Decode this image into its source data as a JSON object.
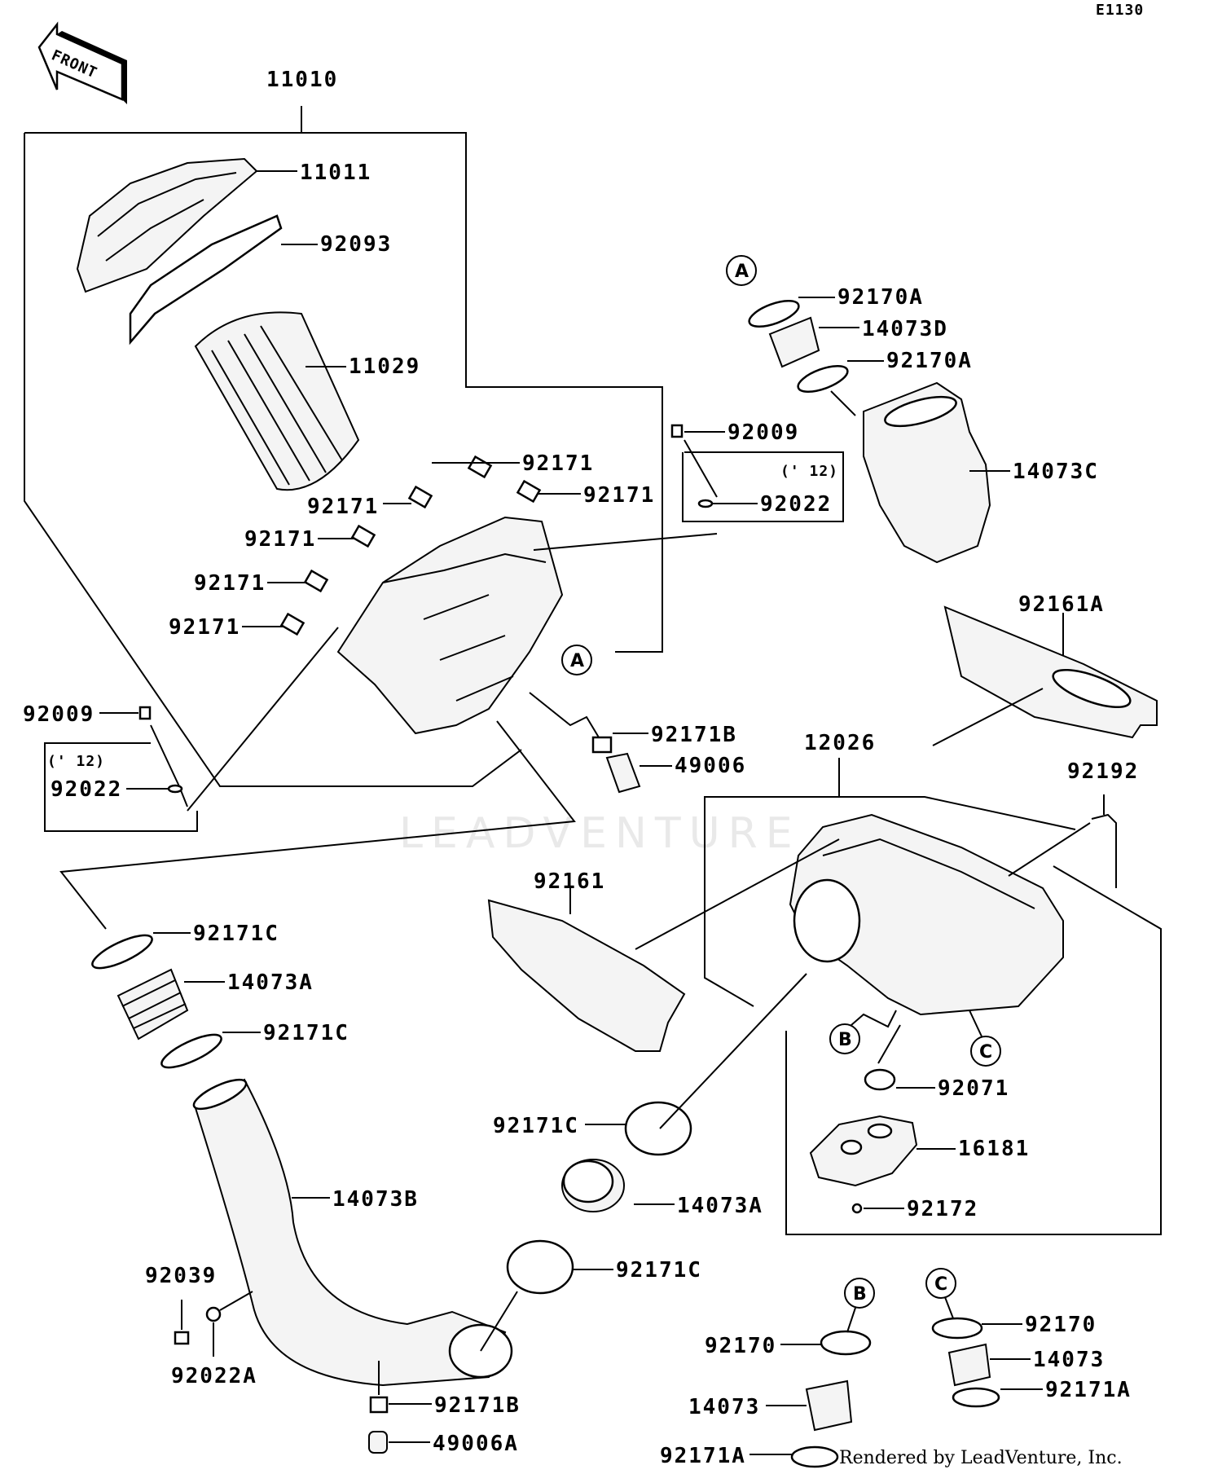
{
  "diagram": {
    "code": "E1130",
    "front_label": "FRONT",
    "credit": "Rendered by LeadVenture, Inc.",
    "watermark": "LEADVENTURE",
    "callouts": {
      "p11010": "11010",
      "p11011": "11011",
      "p92093": "92093",
      "p11029": "11029",
      "p92171_1": "92171",
      "p92171_2": "92171",
      "p92171_3": "92171",
      "p92171_4": "92171",
      "p92171_5": "92171",
      "p92171_6": "92171",
      "p92009_top": "92009",
      "p12_top": "(' 12)",
      "p92022_top": "92022",
      "p92170A_1": "92170A",
      "p14073D": "14073D",
      "p92170A_2": "92170A",
      "p14073C": "14073C",
      "p92161A": "92161A",
      "p92171B_top": "92171B",
      "p49006": "49006",
      "p12026": "12026",
      "p92192": "92192",
      "p92009_left": "92009",
      "p12_left": "(' 12)",
      "p92022_left": "92022",
      "p92161": "92161",
      "p92171C_1": "92171C",
      "p14073A_1": "14073A",
      "p92171C_2": "92171C",
      "p92071": "92071",
      "p16181": "16181",
      "p92172": "92172",
      "p92171C_3": "92171C",
      "p14073A_2": "14073A",
      "p92171C_4": "92171C",
      "p14073B": "14073B",
      "p92039": "92039",
      "p92022A": "92022A",
      "p92171B_bottom": "92171B",
      "p49006A": "49006A",
      "p92170_b": "92170",
      "p14073_b": "14073",
      "p92171A_b": "92171A",
      "p92170_c": "92170",
      "p14073_c": "14073",
      "p92171A_c": "92171A"
    },
    "refs": {
      "a1": "A",
      "a2": "A",
      "b1": "B",
      "b2": "B",
      "c1": "C",
      "c2": "C"
    }
  }
}
